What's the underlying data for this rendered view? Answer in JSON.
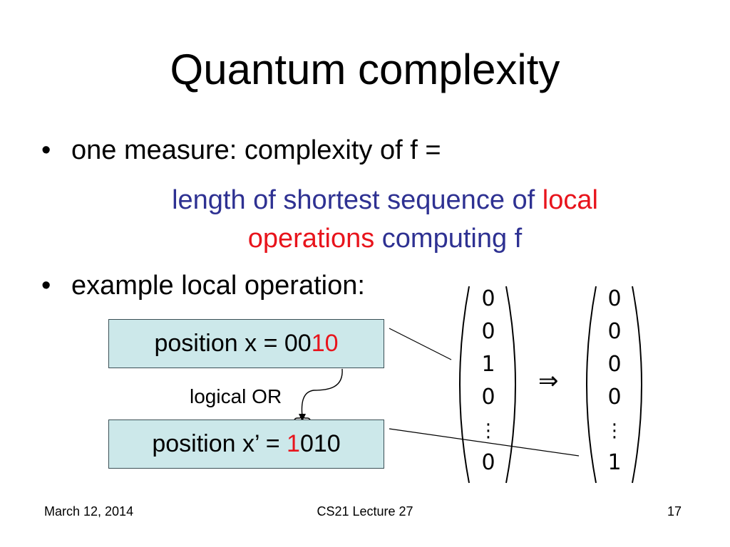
{
  "slide": {
    "title": "Quantum complexity",
    "bullets": [
      {
        "text": "one measure: complexity of f ="
      },
      {
        "text": "example local operation:"
      }
    ],
    "bullet_glyph": "•",
    "definition": {
      "line1_blue": "length of shortest sequence of",
      "line1_red": "local",
      "line2_red": "operations",
      "line2_blue": "computing f"
    },
    "diagram": {
      "box1": {
        "prefix": "position x = 00",
        "highlight": "10"
      },
      "box2": {
        "prefix": "position x’ = ",
        "highlight": "1",
        "suffix": "010"
      },
      "label": "logical OR",
      "arrow_symbol": "⇒",
      "vector_left": [
        "0",
        "0",
        "1",
        "0",
        "⋮",
        "0"
      ],
      "vector_right": [
        "0",
        "0",
        "0",
        "0",
        "⋮",
        "1"
      ]
    },
    "footer": {
      "date": "March 12, 2014",
      "course": "CS21 Lecture 27",
      "page": "17"
    },
    "colors": {
      "blue": "#2e3192",
      "red": "#e8141c",
      "box_fill": "#cce8ea"
    }
  }
}
